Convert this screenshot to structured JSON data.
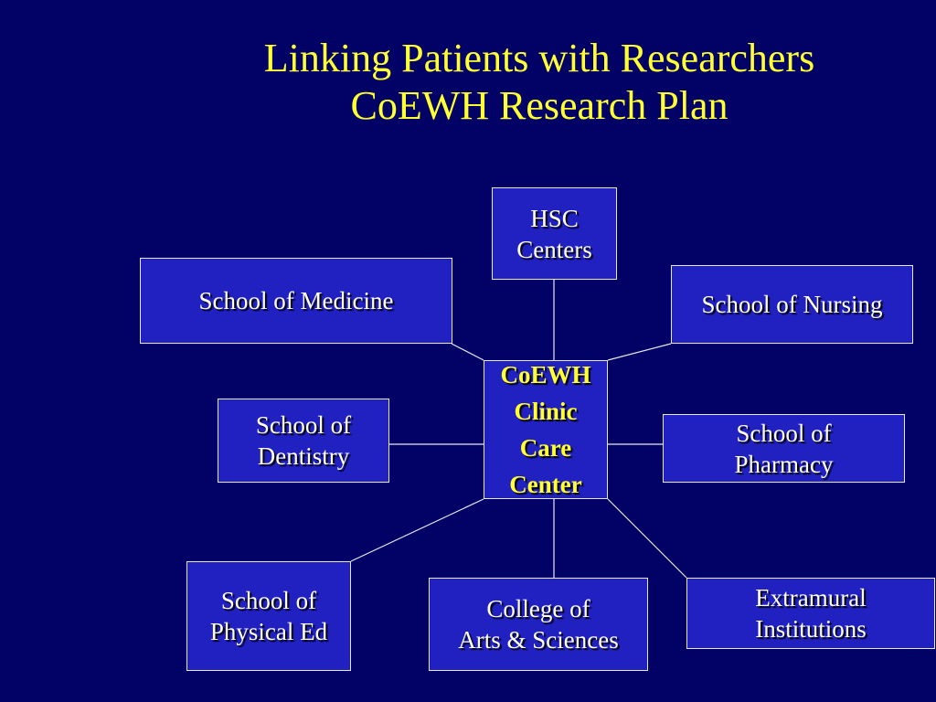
{
  "slide": {
    "title_line1": "Linking Patients with Researchers",
    "title_line2": "CoEWH Research Plan"
  },
  "diagram": {
    "hub": {
      "lines": [
        "CoEWH",
        "Clinic",
        "Care",
        "Center"
      ]
    },
    "nodes": {
      "hsc_centers": [
        "HSC",
        "Centers"
      ],
      "medicine": [
        "School of Medicine"
      ],
      "nursing": [
        "School of Nursing"
      ],
      "dentistry": [
        "School of",
        "Dentistry"
      ],
      "pharmacy": [
        "School of",
        "Pharmacy"
      ],
      "physical_ed": [
        "School of",
        "Physical Ed"
      ],
      "arts_sciences": [
        "College of",
        "Arts & Sciences"
      ],
      "extramural": [
        "Extramural",
        "Institutions"
      ]
    },
    "colors": {
      "background": "#020266",
      "box_fill": "#2121c2",
      "title_text": "#ffff33",
      "hub_text": "#ffff33",
      "box_text": "#ffffff",
      "connector": "#e8e8f4"
    }
  }
}
